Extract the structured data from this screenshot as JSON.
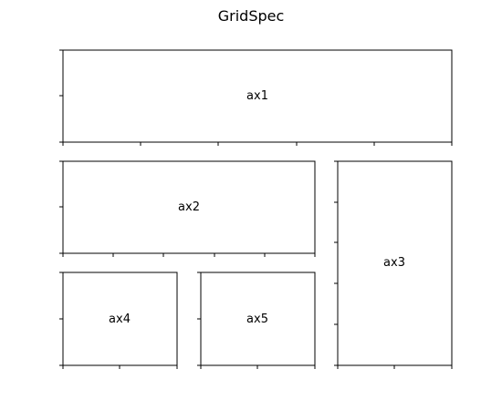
{
  "figure": {
    "title": "GridSpec"
  },
  "axes": [
    {
      "id": "ax1",
      "label": "ax1"
    },
    {
      "id": "ax2",
      "label": "ax2"
    },
    {
      "id": "ax3",
      "label": "ax3"
    },
    {
      "id": "ax4",
      "label": "ax4"
    },
    {
      "id": "ax5",
      "label": "ax5"
    }
  ],
  "colors": {
    "frame": "#000000",
    "background": "#ffffff"
  }
}
